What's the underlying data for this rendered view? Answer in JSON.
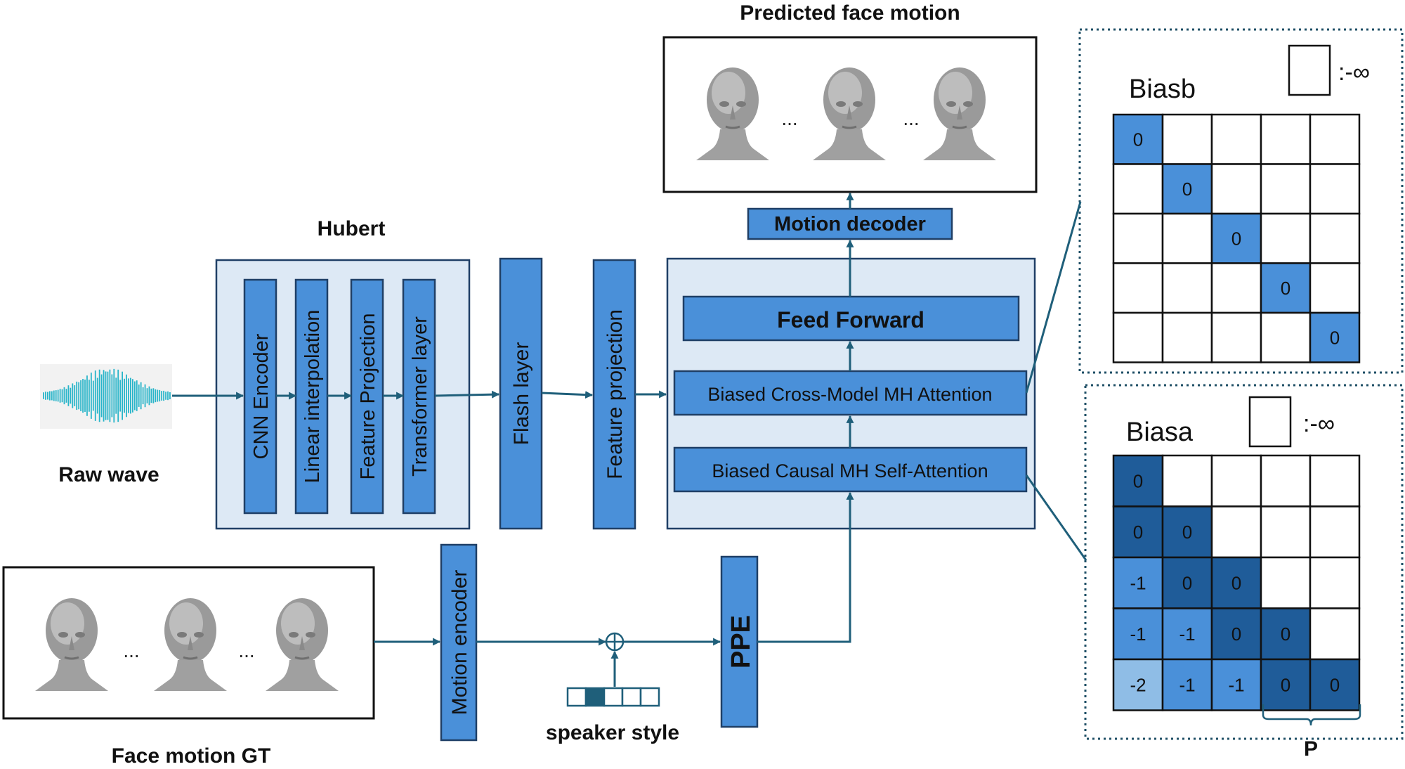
{
  "title_predicted": "Predicted face motion",
  "ellipsis": "...",
  "motion_decoder": "Motion decoder",
  "hubert": {
    "title": "Hubert",
    "blocks": [
      "CNN Encoder",
      "Linear interpolation",
      "Feature Projection",
      "Transformer layer"
    ]
  },
  "flash_layer": "Flash layer",
  "feature_projection": "Feature projection",
  "feed_forward": "Feed Forward",
  "cross_attention": "Biased Cross-Model MH Attention",
  "self_attention": "Biased Causal MH Self-Attention",
  "raw_wave": "Raw wave",
  "motion_encoder": "Motion encoder",
  "ppe": "PPE",
  "plus": "+",
  "speaker_style": "speaker style",
  "face_motion_gt": "Face motion GT",
  "biasb": {
    "title": "Biasb",
    "legend": ":-∞",
    "grid": [
      [
        "0",
        "",
        "",
        "",
        ""
      ],
      [
        "",
        "0",
        "",
        "",
        ""
      ],
      [
        "",
        "",
        "0",
        "",
        ""
      ],
      [
        "",
        "",
        "",
        "0",
        ""
      ],
      [
        "",
        "",
        "",
        "",
        "0"
      ]
    ]
  },
  "biasa": {
    "title": "Biasa",
    "legend": ":-∞",
    "grid": [
      [
        "0",
        "",
        "",
        "",
        ""
      ],
      [
        "0",
        "0",
        "",
        "",
        ""
      ],
      [
        "-1",
        "0",
        "0",
        "",
        ""
      ],
      [
        "-1",
        "-1",
        "0",
        "0",
        ""
      ],
      [
        "-2",
        "-1",
        "-1",
        "0",
        "0"
      ]
    ],
    "bracket_label": "P"
  },
  "colors": {
    "block": "#4a90d9",
    "block_stroke": "#1f3f66",
    "panel": "#dde9f5",
    "arrow": "#1f5f7a",
    "wave": "#29b5c9",
    "dark": "#1f5c99",
    "mid": "#2f78c4",
    "light": "#4a90d9",
    "pale": "#8fbde6"
  }
}
